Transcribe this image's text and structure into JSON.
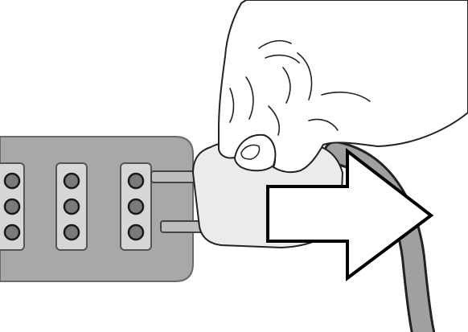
{
  "illustration": {
    "subject": "hand-unplugging-plug-from-power-strip",
    "arrow_direction": "right",
    "outlets": [
      {
        "holes": 3
      },
      {
        "holes": 3
      },
      {
        "holes": 3
      }
    ],
    "colors": {
      "background": "#ffffff",
      "strip_fill": "#a8a8a8",
      "strip_stroke": "#6a6a6a",
      "outlet_fill": "#d6d6d6",
      "hole_fill": "#7a7a7a",
      "hole_stroke": "#1a1a1a",
      "plug_fill": "#ebebeb",
      "prong_fill": "#bdbdbd",
      "cord_fill": "#a0a0a0",
      "hand_fill": "#ffffff",
      "line": "#222222",
      "arrow_fill": "#ffffff",
      "arrow_stroke": "#000000"
    }
  }
}
